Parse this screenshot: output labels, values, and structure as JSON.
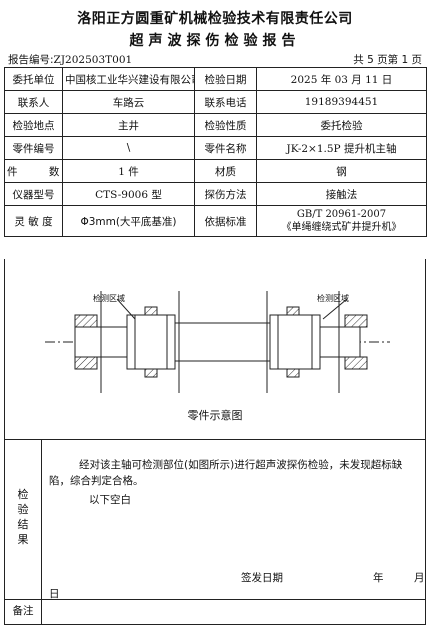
{
  "header": {
    "company": "洛阳正方圆重矿机械检验技术有限责任公司",
    "report_title": "超声波探伤检验报告",
    "report_no_label": "报告编号:",
    "report_no": "ZJ202503T001",
    "page_info": "共 5 页第 1 页"
  },
  "table": {
    "r1": {
      "l1": "委托单位",
      "v1": "中国核工业华兴建设有限公司",
      "l2": "检验日期",
      "v2": "2025 年 03 月 11 日"
    },
    "r2": {
      "l1": "联系人",
      "v1": "车路云",
      "l2": "联系电话",
      "v2": "19189394451"
    },
    "r3": {
      "l1": "检验地点",
      "v1": "主井",
      "l2": "检验性质",
      "v2": "委托检验"
    },
    "r4": {
      "l1": "零件编号",
      "v1": "\\",
      "l2": "零件名称",
      "v2": "JK-2×1.5P 提升机主轴"
    },
    "r5": {
      "l1": "件 数",
      "v1": "1 件",
      "l2": "材质",
      "v2": "钢"
    },
    "r6": {
      "l1": "仪器型号",
      "v1": "CTS-9006 型",
      "l2": "探伤方法",
      "v2": "接触法"
    },
    "r7": {
      "l1": "灵 敏 度",
      "v1": "Φ3mm(大平底基准)",
      "l2": "依据标准",
      "v2a": "GB/T 20961-2007",
      "v2b": "《单绳缠绕式矿井提升机》"
    }
  },
  "figure": {
    "caption": "零件示意图",
    "zone_left": "检测区域",
    "zone_right": "检测区域"
  },
  "result": {
    "label": "检验结果",
    "text": "经对该主轴可检测部位(如图所示)进行超声波探伤检验，未发现超标缺陷，综合判定合格。",
    "blank_note": "以下空白",
    "sign_label": "签发日期",
    "year": "年",
    "month": "月",
    "day": "日"
  },
  "remark": {
    "label": "备注",
    "value": ""
  }
}
